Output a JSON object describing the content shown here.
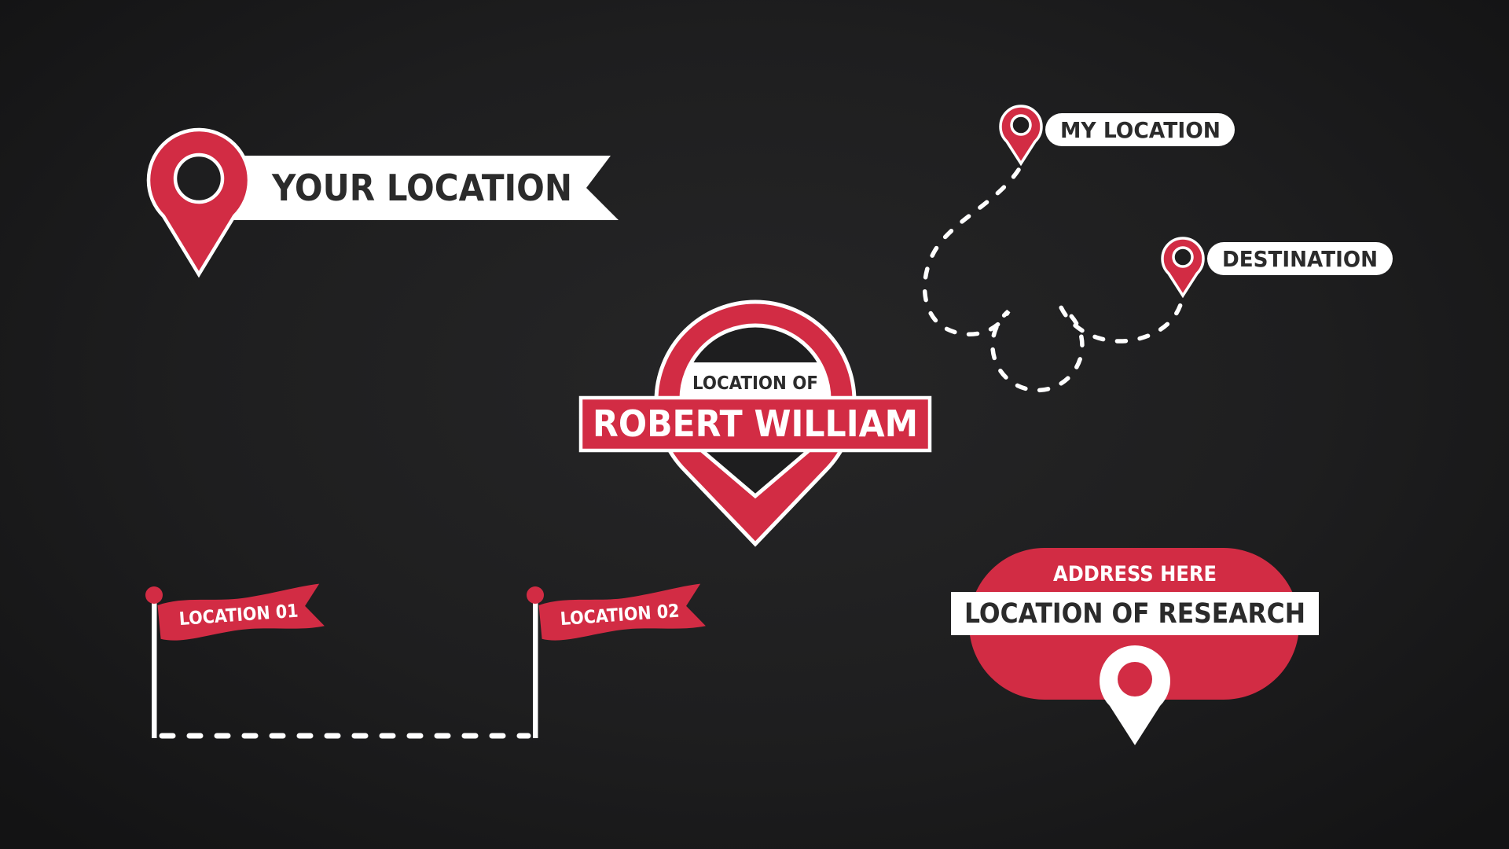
{
  "colors": {
    "background": "#1e1e1f",
    "red": "#d22c44",
    "white": "#ffffff",
    "dark_text": "#2b2b2b"
  },
  "your_location_callout": {
    "label": "YOUR LOCATION"
  },
  "route_callout": {
    "start_label": "MY LOCATION",
    "end_label": "DESTINATION"
  },
  "name_callout": {
    "eyebrow": "LOCATION OF",
    "name": "ROBERT WILLIAM"
  },
  "flags_callout": {
    "flag_1_label": "LOCATION 01",
    "flag_2_label": "LOCATION 02"
  },
  "research_callout": {
    "eyebrow": "ADDRESS HERE",
    "label": "LOCATION OF RESEARCH"
  }
}
